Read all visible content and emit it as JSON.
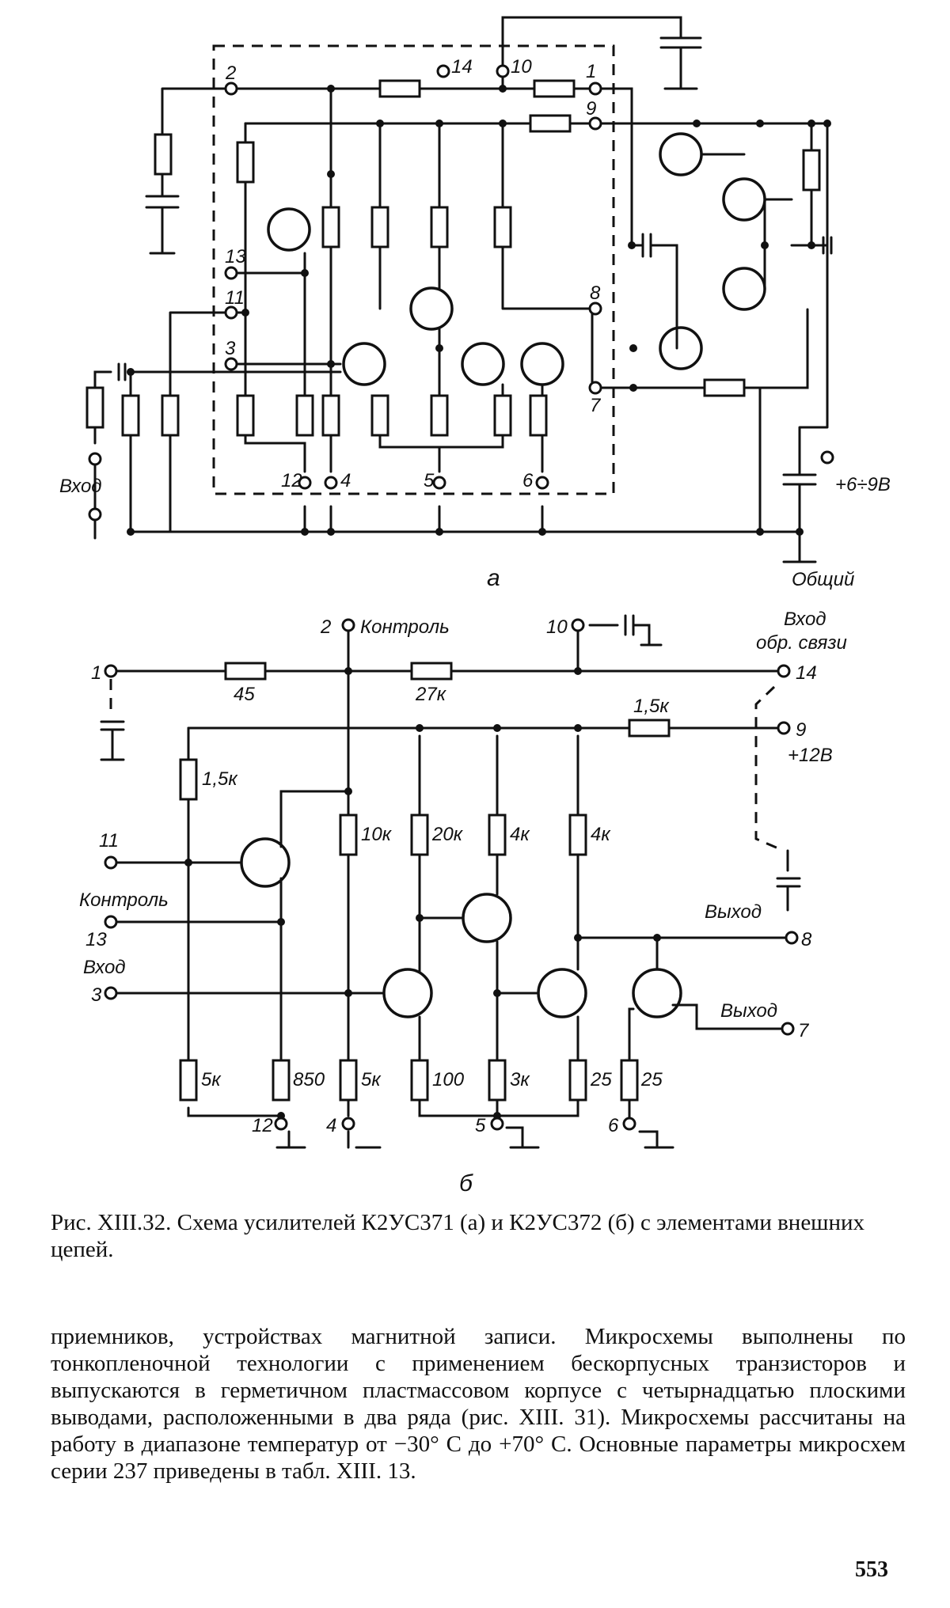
{
  "diagram_a": {
    "pins": [
      "2",
      "14",
      "10",
      "1",
      "9",
      "13",
      "11",
      "3",
      "8",
      "7",
      "12",
      "4",
      "5",
      "6"
    ],
    "input_label": "Вход",
    "supply_label": "+6÷9В",
    "ground_label": "Общий",
    "sub_label": "а"
  },
  "diagram_b": {
    "pin_labels": {
      "p2": "2",
      "p10": "10",
      "p1": "1",
      "p14": "14",
      "p9": "9",
      "p11": "11",
      "p13": "13",
      "p3": "3",
      "p8": "8",
      "p7": "7",
      "p12": "12",
      "p4": "4",
      "p5": "5",
      "p6": "6"
    },
    "text": {
      "kontrol_top": "Контроль",
      "vhod_obr_1": "Вход",
      "vhod_obr_2": "обр. связи",
      "plus12": "+12В",
      "kontrol_left": "Контроль",
      "vhod_left": "Вход",
      "vyhod8": "Выход",
      "vyhod7": "Выход"
    },
    "resistors": {
      "r45": "45",
      "r27k": "27к",
      "r15k_top": "1,5к",
      "r15k_left": "1,5к",
      "r10k": "10к",
      "r20k": "20к",
      "r4k_a": "4к",
      "r4k_b": "4к",
      "r5k_a": "5к",
      "r850": "850",
      "r5k_b": "5к",
      "r100": "100",
      "r3k": "3к",
      "r25_a": "25",
      "r25_b": "25"
    },
    "sub_label": "б"
  },
  "caption": "Рис. XIII.32. Схема усилителей К2УС371 (а) и К2УС372 (б) с элементами внешних цепей.",
  "body_text": "приемников, устройствах магнитной записи. Микросхемы выполнены по тонкопленочной технологии с применением бескорпусных транзисторов и выпускаются в герметичном пластмассовом корпусе с четырнадцатью плоскими выводами, расположенными в два ряда (рис. XIII. 31). Микросхемы рассчитаны на работу в диапазоне температур от −30° С до +70° С. Основные параметры микросхем серии 237 приведены в табл. XIII. 13.",
  "page_number": "553"
}
